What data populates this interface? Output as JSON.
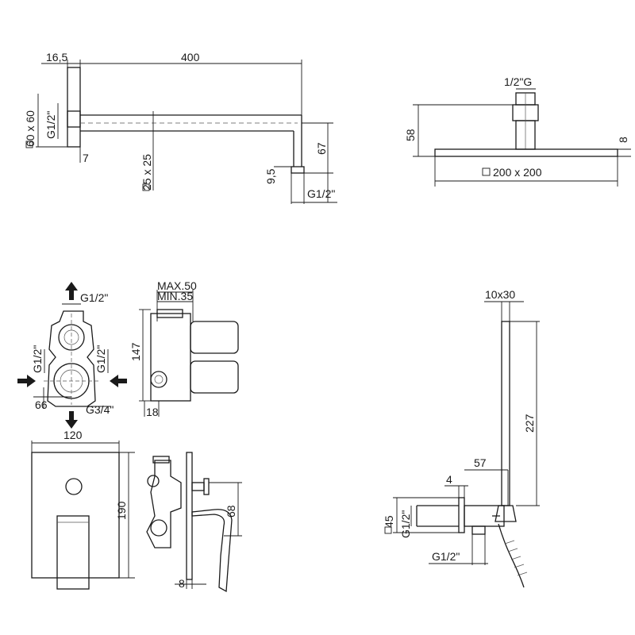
{
  "arm": {
    "dim_wall": "16,5",
    "dim_length": "400",
    "dim_plate": "60 x 60",
    "dim_thread_in": "G1/2\"",
    "dim_square": "25 x 25",
    "dim_gap": "7",
    "dim_drop": "67",
    "dim_tip": "9,5",
    "dim_thread_out": "G1/2\""
  },
  "showerhead": {
    "dim_thread": "1/2\"G",
    "dim_height": "58",
    "dim_thickness": "8",
    "dim_size": "200 x 200"
  },
  "valve": {
    "dim_top_thread": "G1/2\"",
    "dim_max": "MAX.50",
    "dim_min": "MIN.35",
    "dim_left_thread": "G1/2\"",
    "dim_right_thread": "G1/2\"",
    "dim_body_height": "147",
    "dim_width_66": "66",
    "dim_bottom_thread": "G3/4\"",
    "dim_depth": "18"
  },
  "mixer": {
    "dim_plate_width": "120",
    "dim_plate_height": "190",
    "dim_side": "68",
    "dim_plate_thickness": "8"
  },
  "handshower": {
    "dim_handle": "10x30",
    "dim_handle_len": "227",
    "dim_reach": "57",
    "dim_plate": "4",
    "dim_base": "45",
    "dim_wall_thread": "G1/2\"",
    "dim_hose_thread": "G1/2\""
  }
}
